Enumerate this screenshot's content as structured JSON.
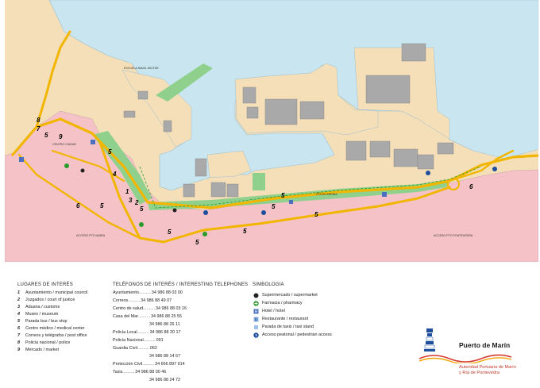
{
  "map": {
    "colors": {
      "land": "#f5dfb8",
      "urban": "#f5c3c7",
      "water": "#c9e6f0",
      "road": "#f2b600",
      "green": "#8fd18c",
      "building": "#a9a9a9",
      "boundary": "#2a9b2a"
    },
    "labels": {
      "escuela_naval": "ESCUELA NAVAL MILITAR",
      "centro_ciudad": "CENTRO CIUDAD",
      "acceso_pto_marin": "ACCESO PTO MARIN",
      "acceso_pto_pontevedra": "ACCESO PTO PONTEVEDRA",
      "pta_de_arriba": "PTA DE ARRIBA"
    },
    "markers": [
      "1",
      "2",
      "3",
      "4",
      "5",
      "6",
      "7",
      "8",
      "9"
    ]
  },
  "legend": {
    "interest_title": "LUGARES DE INTERÉS",
    "interest": [
      {
        "num": "1",
        "text": "Ayuntamiento / municipal council"
      },
      {
        "num": "2",
        "text": "Juzgados / court of justice"
      },
      {
        "num": "3",
        "text": "Aduana / customs"
      },
      {
        "num": "4",
        "text": "Museo / museum"
      },
      {
        "num": "5",
        "text": "Parada bus / bus stop"
      },
      {
        "num": "6",
        "text": "Centro médico / medical center"
      },
      {
        "num": "7",
        "text": "Correos y telégrafos / post office"
      },
      {
        "num": "8",
        "text": "Policía nacional / police"
      },
      {
        "num": "9",
        "text": "Mercado / market"
      }
    ],
    "phones_title": "TELÉFONOS DE INTERÉS / INTERESTING TELEPHONES",
    "phones": [
      {
        "name": "Ayuntamiento",
        "number": "34 986 88 03 00"
      },
      {
        "name": "Correos",
        "number": "34 986 88 49 07"
      },
      {
        "name": "Centro de salud",
        "number": "34 986 88 03 16"
      },
      {
        "name": "Casa del Mar",
        "number": "34 986 88 25 55"
      },
      {
        "name": "",
        "number": "34 986 88 26 11"
      },
      {
        "name": "Policía Local",
        "number": "34 986 88 20 17"
      },
      {
        "name": "Policía Nacional",
        "number": "091"
      },
      {
        "name": "Guardia Civil",
        "number": "062"
      },
      {
        "name": "",
        "number": "34 986 88 14 67"
      },
      {
        "name": "Protección Civil",
        "number": "34 666 897 914"
      },
      {
        "name": "Taxis",
        "number": "34 986 88 00 46"
      },
      {
        "name": "",
        "number": "34 986 88 24 72"
      }
    ],
    "symbols_title": "SIMBOLOGIA",
    "symbols": [
      {
        "icon": "supermarket-icon",
        "text": "Supermercado / supermarket"
      },
      {
        "icon": "pharmacy-icon",
        "text": "Farmacia / pharmacy"
      },
      {
        "icon": "hotel-icon",
        "text": "Hotel / hotel"
      },
      {
        "icon": "restaurant-icon",
        "text": "Restaurante / restaurant"
      },
      {
        "icon": "taxi-stand-icon",
        "text": "Parada de taxis / taxi stand"
      },
      {
        "icon": "pedestrian-access-icon",
        "text": "Acceso peatonal / pedestrian access"
      }
    ]
  },
  "brand": {
    "title": "Puerto de Marín",
    "subtitle_line1": "Autoridad Portuaria de Marín",
    "subtitle_line2": "y Ría de Pontevedra",
    "logo_colors": {
      "blue": "#1f4e9c",
      "red": "#d63a2f",
      "orange": "#f1a300"
    }
  }
}
